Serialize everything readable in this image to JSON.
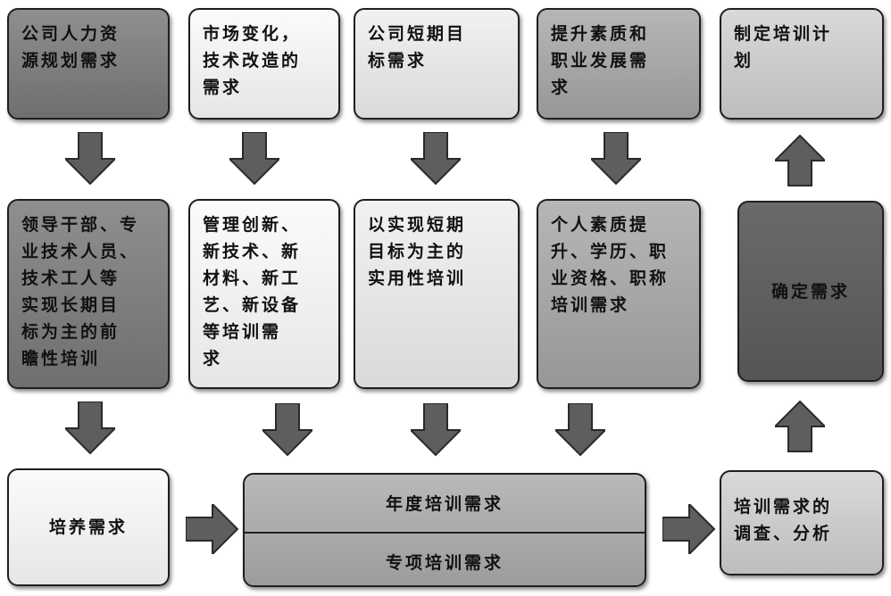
{
  "top_row": [
    "公司人力资\n源规划需求",
    "市场变化，\n技术改造的\n需求",
    "公司短期目\n标需求",
    "提升素质和\n职业发展需\n求",
    "制定培训计\n划"
  ],
  "middle_row": [
    "领导干部、专\n业技术人员、\n技术工人等\n实现长期目\n标为主的前\n瞻性培训",
    "管理创新、\n新技术、新\n材料、新工\n艺、新设备\n等培训需\n求",
    "以实现短期\n目标为主的\n实用性培训",
    "个人素质提\n升、学历、职\n业资格、职称\n培训需求",
    "确定需求"
  ],
  "bottom_row": {
    "cultivation": "培养需求",
    "annual": "年度培训需求",
    "special": "专项培训需求",
    "survey": "培训需求的\n调查、分析"
  }
}
